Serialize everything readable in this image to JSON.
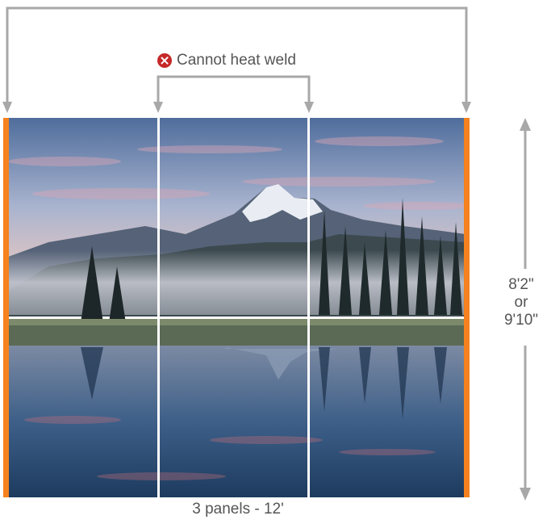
{
  "labels": {
    "weld_warning": "Cannot heat weld",
    "height_line1": "8'2\"",
    "height_line2": "or",
    "height_line3": "9'10\"",
    "panels": "3 panels - 12'"
  },
  "icons": {
    "weld_warning_icon": "x-circle-icon"
  },
  "colors": {
    "accent_edge": "#f5821f",
    "warning_red": "#c62828",
    "arrow_gray": "#a8a8a8",
    "text_gray": "#555555",
    "seam_white": "#ffffff"
  }
}
